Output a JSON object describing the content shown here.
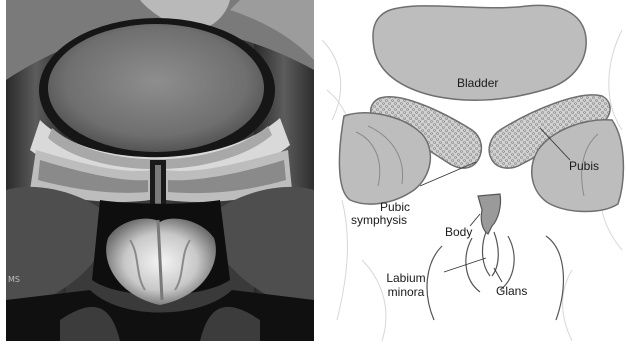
{
  "mri": {
    "corner_text": "MS"
  },
  "diagram": {
    "labels": {
      "bladder": "Bladder",
      "pubis": "Pubis",
      "pubic_symphysis_line1": "Pubic",
      "pubic_symphysis_line2": "symphysis",
      "body": "Body",
      "labium_minora_line1": "Labium",
      "labium_minora_line2": "minora",
      "glans": "Glans"
    }
  },
  "colors": {
    "organ_fill": "#bdbdbd",
    "organ_stroke": "#6f6f6f",
    "bone_fill": "#cfcfcf",
    "outline": "#9a9a9a"
  }
}
